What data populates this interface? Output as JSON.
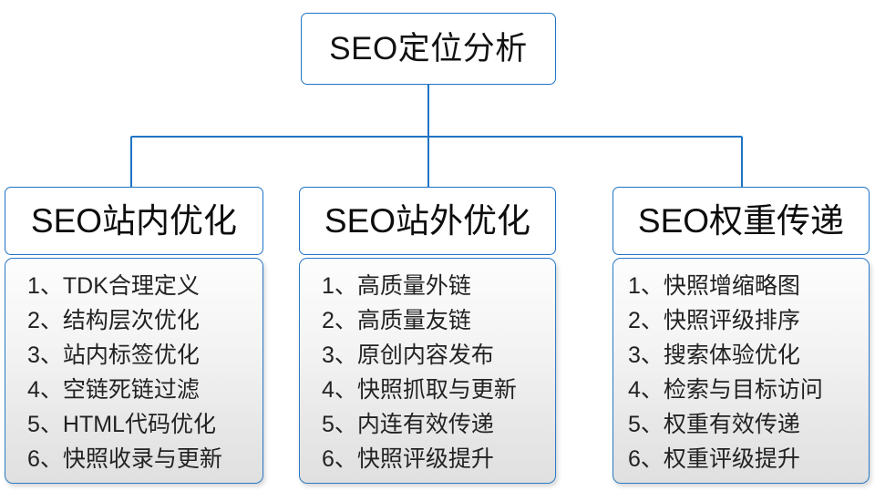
{
  "diagram": {
    "title": "SEO定位分析",
    "colors": {
      "border_blue": "#1f74c4",
      "list_border_blue": "#2a7ac6",
      "connector_blue": "#1f74c4",
      "text_dark": "#121212",
      "background": "#ffffff"
    },
    "root": {
      "label": "SEO定位分析"
    },
    "branches": [
      {
        "header": "SEO站内优化",
        "items": [
          "1、TDK合理定义",
          "2、结构层次优化",
          "3、站内标签优化",
          "4、空链死链过滤",
          "5、HTML代码优化",
          "6、快照收录与更新"
        ]
      },
      {
        "header": "SEO站外优化",
        "items": [
          "1、高质量外链",
          "2、高质量友链",
          "3、原创内容发布",
          "4、快照抓取与更新",
          "5、内连有效传递",
          "6、快照评级提升"
        ]
      },
      {
        "header": "SEO权重传递",
        "items": [
          "1、快照增缩略图",
          "2、快照评级排序",
          "3、搜索体验优化",
          "4、检索与目标访问",
          "5、权重有效传递",
          "6、权重评级提升"
        ]
      }
    ]
  }
}
